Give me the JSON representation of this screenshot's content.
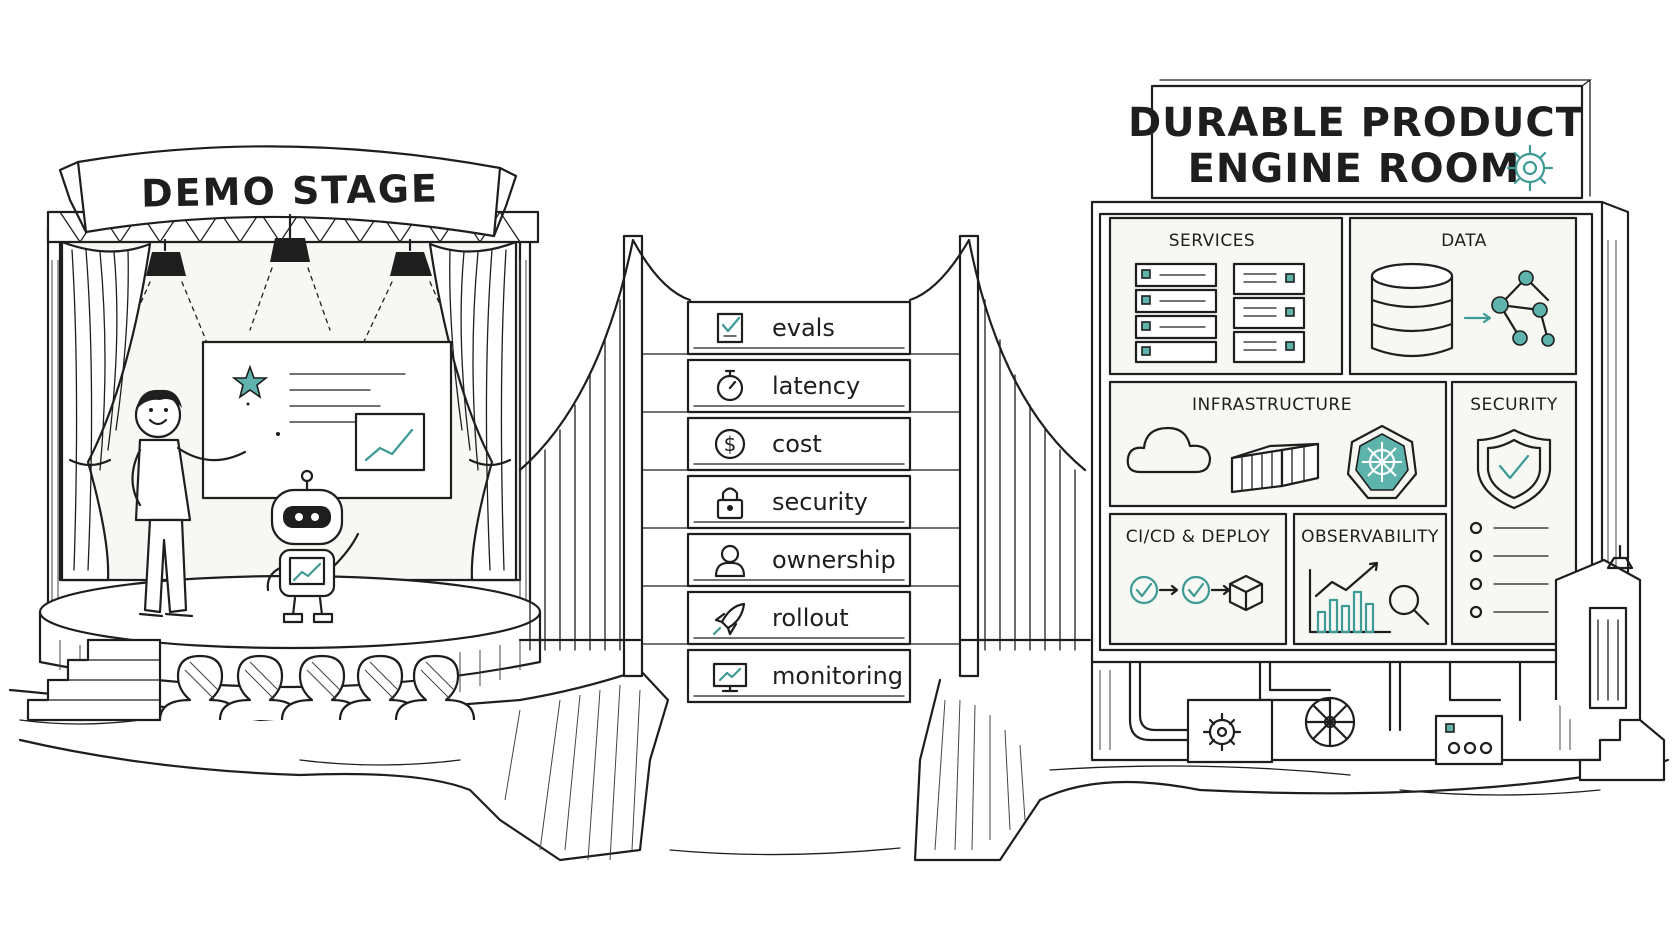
{
  "demo_stage": {
    "title": "DEMO STAGE"
  },
  "bridge": {
    "planks": [
      {
        "label": "evals",
        "icon": "checklist-icon"
      },
      {
        "label": "latency",
        "icon": "stopwatch-icon"
      },
      {
        "label": "cost",
        "icon": "dollar-icon"
      },
      {
        "label": "security",
        "icon": "padlock-icon"
      },
      {
        "label": "ownership",
        "icon": "person-icon"
      },
      {
        "label": "rollout",
        "icon": "rocket-icon"
      },
      {
        "label": "monitoring",
        "icon": "monitor-chart-icon"
      }
    ]
  },
  "engine_room": {
    "title_line1": "DURABLE PRODUCT",
    "title_line2": "ENGINE ROOM",
    "panels": {
      "services": "SERVICES",
      "data": "DATA",
      "infrastructure": "INFRASTRUCTURE",
      "security": "SECURITY",
      "cicd": "CI/CD & DEPLOY",
      "observability": "OBSERVABILITY"
    }
  },
  "colors": {
    "ink": "#1e1e1e",
    "accent_teal": "#5fb3ad"
  }
}
